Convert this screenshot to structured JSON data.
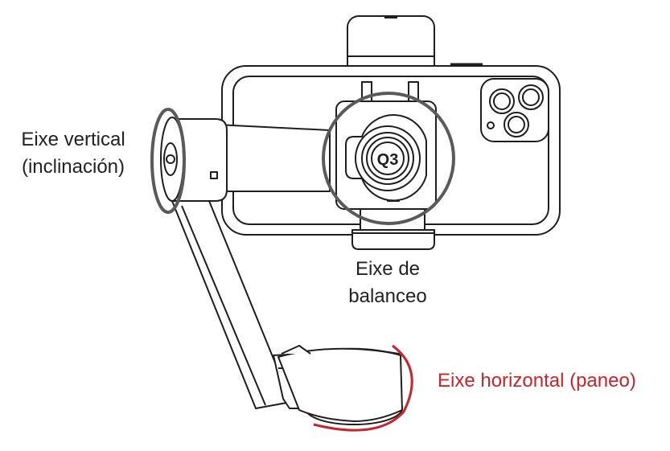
{
  "labels": {
    "vertical_line1": "Eixe vertical",
    "vertical_line2": "(inclinación)",
    "roll_line1": "Eixe de",
    "roll_line2": "balanceo",
    "pan": "Eixe horizontal (paneo)"
  },
  "device": {
    "badge": "Q3"
  },
  "colors": {
    "line": "#1e1e1e",
    "highlight_ring": "#5a5a5a",
    "pan_accent": "#c8242b",
    "label_text": "#222222"
  }
}
